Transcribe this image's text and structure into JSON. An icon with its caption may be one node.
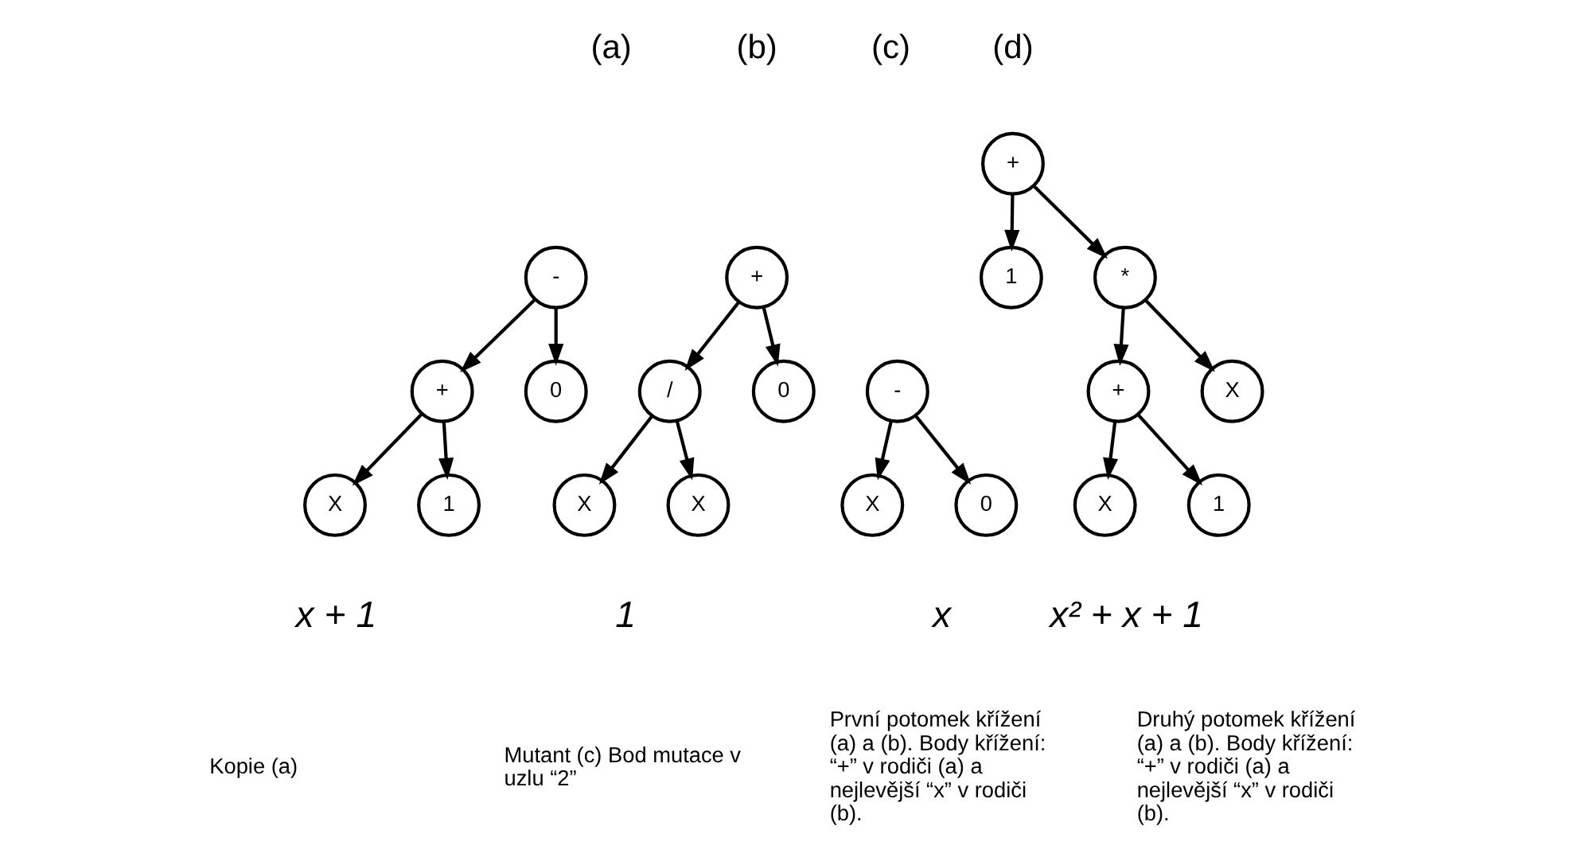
{
  "diagram": {
    "nodes": [
      {
        "text": [
          "-"
        ]
      },
      {
        "text": [
          "+"
        ]
      },
      {
        "text": [
          "0"
        ]
      },
      {
        "text": [
          "X"
        ]
      },
      {
        "text": [
          "1"
        ]
      },
      {
        "text": [
          "+"
        ]
      },
      {
        "text": [
          "/"
        ]
      },
      {
        "text": [
          "0"
        ]
      },
      {
        "text": [
          "X"
        ]
      },
      {
        "text": [
          "X"
        ]
      },
      {
        "text": [
          "-"
        ]
      },
      {
        "text": [
          "X"
        ]
      },
      {
        "text": [
          "0"
        ]
      },
      {
        "text": [
          "+"
        ]
      },
      {
        "text": [
          "1"
        ]
      },
      {
        "text": [
          "*"
        ]
      },
      {
        "text": [
          "+"
        ]
      },
      {
        "text": [
          "X"
        ]
      },
      {
        "text": [
          "X"
        ]
      },
      {
        "text": [
          "1"
        ]
      }
    ],
    "edges": [
      {
        "from": 0,
        "to": 1,
        "arrow": "to"
      },
      {
        "from": 0,
        "to": 2,
        "arrow": "to"
      },
      {
        "from": 1,
        "to": 3,
        "arrow": "to"
      },
      {
        "from": 1,
        "to": 4,
        "arrow": "to"
      },
      {
        "from": 5,
        "to": 6,
        "arrow": "to"
      },
      {
        "from": 5,
        "to": 7,
        "arrow": "to"
      },
      {
        "from": 6,
        "to": 8,
        "arrow": "to"
      },
      {
        "from": 6,
        "to": 9,
        "arrow": "to"
      },
      {
        "from": 10,
        "to": 11,
        "arrow": "to"
      },
      {
        "from": 10,
        "to": 12,
        "arrow": "to"
      },
      {
        "from": 13,
        "to": 14,
        "arrow": "to"
      },
      {
        "from": 13,
        "to": 15,
        "arrow": "to"
      },
      {
        "from": 15,
        "to": 16,
        "arrow": "to"
      },
      {
        "from": 15,
        "to": 17,
        "arrow": "to"
      },
      {
        "from": 16,
        "to": 18,
        "arrow": "to"
      },
      {
        "from": 16,
        "to": 19,
        "arrow": "to"
      }
    ],
    "labels": [
      "(a)",
      "(b)",
      "(c)",
      "(d)",
      "x + 1",
      "1",
      "x",
      "x² + x + 1",
      "Kopie (a)",
      "Mutant (c) Bod mutace v uzlu “2”",
      "První potomek křížení (a) a (b). Body křížení: “+” v rodiči (a) a nejlevější “x” v rodiči (b).",
      "Druhý potomek křížení (a) a (b). Body křížení: “+” v rodiči (a) a nejlevější “x” v rodiči (b)."
    ]
  }
}
